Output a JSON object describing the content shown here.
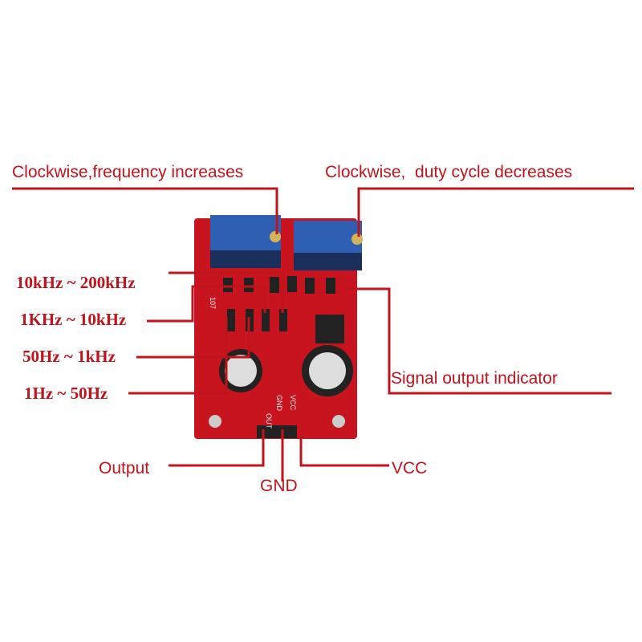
{
  "labels": {
    "frequency_pot": "Clockwise,frequency increases",
    "duty_pot": "Clockwise,  duty cycle decreases",
    "range1": "10kHz ~ 200kHz",
    "range2": "1KHz ~ 10kHz",
    "range3": "50Hz ~ 1kHz",
    "range4": "1Hz ~ 50Hz",
    "indicator": "Signal output indicator",
    "output": "Output",
    "gnd": "GND",
    "vcc": "VCC"
  },
  "board_silk": {
    "out": "OUT",
    "gnd": "GND",
    "vcc": "VCC",
    "model": "107"
  },
  "colors": {
    "label": "#c0141c",
    "board": "#c8141e",
    "pot": "#2f5fb3"
  }
}
